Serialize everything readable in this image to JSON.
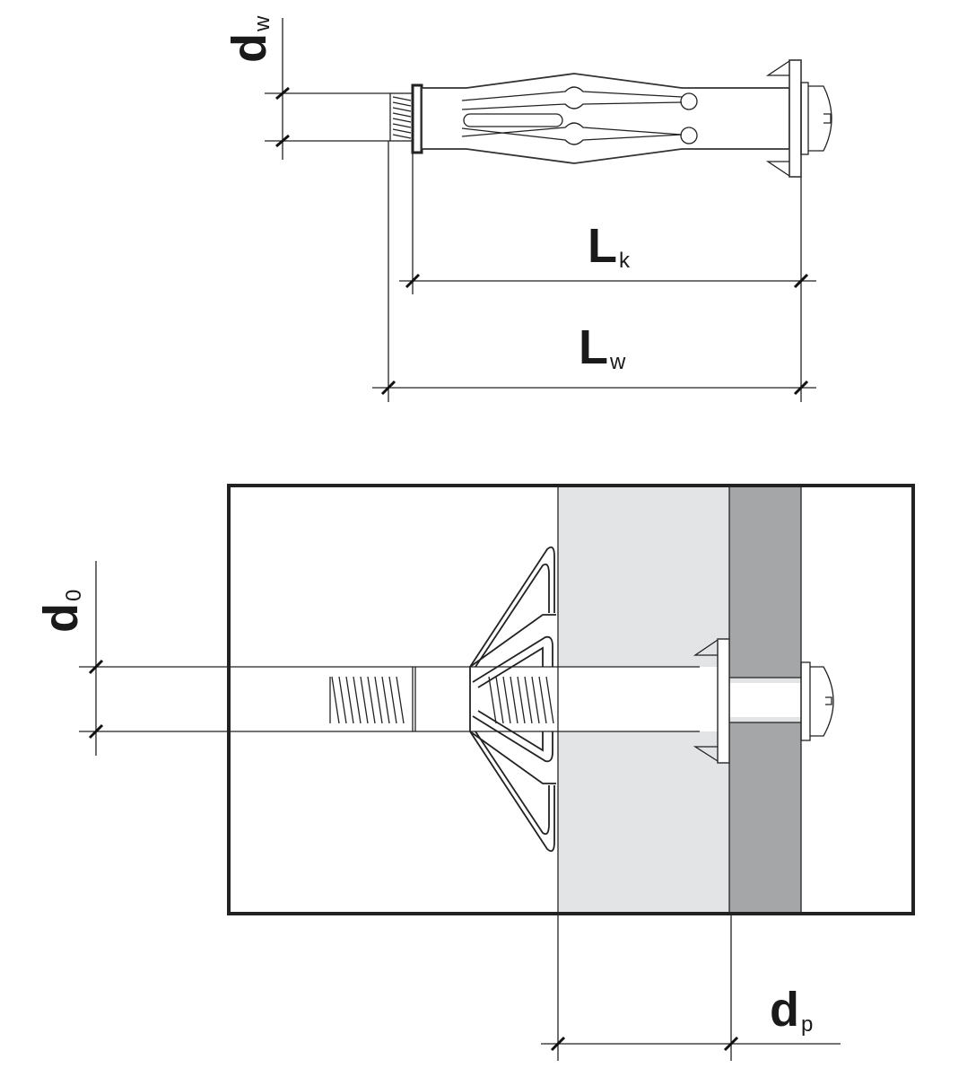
{
  "labels": {
    "dw": {
      "main": "d",
      "sub": "w"
    },
    "lk": {
      "main": "L",
      "sub": "k"
    },
    "lw": {
      "main": "L",
      "sub": "w"
    },
    "d0": {
      "main": "d",
      "sub": "0"
    },
    "dp": {
      "main": "d",
      "sub": "p"
    }
  },
  "colors": {
    "board_light": "#e3e4e6",
    "board_dark": "#a5a6a8",
    "line": "#222222"
  }
}
